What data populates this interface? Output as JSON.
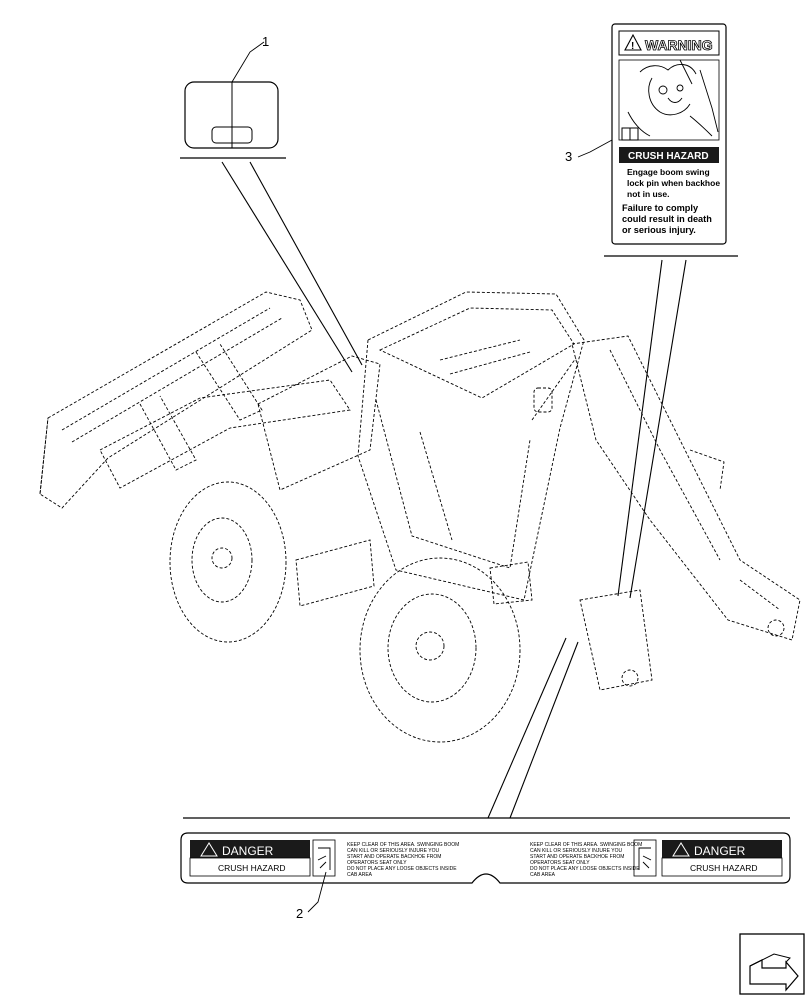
{
  "callouts": {
    "c1": "1",
    "c2": "2",
    "c3": "3"
  },
  "warning_decal": {
    "header": "WARNING",
    "hazard": "CRUSH HAZARD",
    "line1": "Engage boom swing",
    "line2": "lock pin when backhoe",
    "line3": "not in use.",
    "line4": "Failure to comply",
    "line5": "could result in death",
    "line6": "or serious injury."
  },
  "danger_decal": {
    "header": "DANGER",
    "hazard": "CRUSH HAZARD",
    "text1": "KEEP CLEAR OF THIS AREA. SWINGING BOOM",
    "text2": "CAN KILL OR SERIOUSLY INJURE YOU",
    "text3": "START AND OPERATE BACKHOE FROM",
    "text4": "OPERATORS SEAT ONLY",
    "text5": "DO NOT PLACE ANY LOOSE OBJECTS INSIDE",
    "text6": "CAB AREA"
  },
  "nav_icon": "next-page-arrow-icon"
}
